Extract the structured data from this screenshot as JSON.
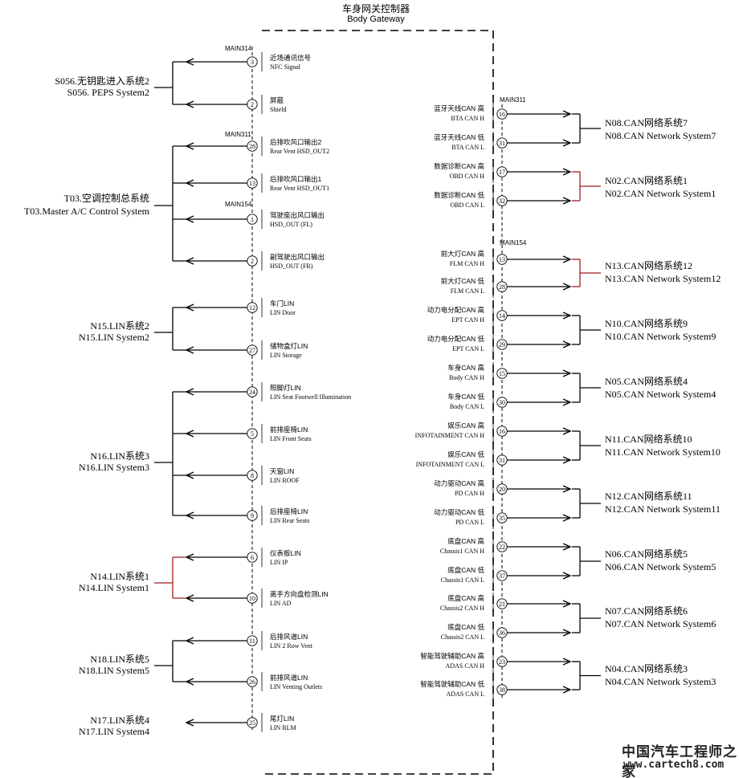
{
  "header": {
    "title_cn": "车身网关控制器",
    "title_en": "Body Gateway"
  },
  "connectors": {
    "main314": "MAIN314",
    "main311_left": "MAIN311",
    "main154_left": "MAIN154",
    "main311_right": "MAIN311",
    "main154_right": "MAIN154"
  },
  "watermark": {
    "cn": "中国汽车工程师之家",
    "url": "www.cartech8.com"
  },
  "colors": {
    "line": "#000000",
    "red": "#a01c1c",
    "dash": "#000000"
  },
  "left_pins": [
    {
      "pin": "3",
      "cn": "近场通讯信号",
      "en": "NFC Signal",
      "red": false
    },
    {
      "pin": "2",
      "cn": "屏蔽",
      "en": "Shield",
      "red": false
    },
    {
      "pin": "28",
      "cn": "后排吹风口输出2",
      "en": "Rear Vent HSD_OUT2",
      "red": false
    },
    {
      "pin": "13",
      "cn": "后排吹风口输出1",
      "en": "Rear Vent HSD_OUT1",
      "red": false
    },
    {
      "pin": "1",
      "cn": "驾驶座出风口输出",
      "en": "HSD_OUT (FL)",
      "red": false
    },
    {
      "pin": "2",
      "cn": "副驾驶出风口输出",
      "en": "HSD_OUT (FR)",
      "red": false
    },
    {
      "pin": "12",
      "cn": "车门LIN",
      "en": "LIN Door",
      "red": false
    },
    {
      "pin": "27",
      "cn": "储物盒灯LIN",
      "en": "LIN Storage",
      "red": false
    },
    {
      "pin": "24",
      "cn": "照脚灯LIN",
      "en": "LIN Seat Footwell Illumination",
      "red": false
    },
    {
      "pin": "5",
      "cn": "前排座椅LIN",
      "en": "LIN Front Seats",
      "red": false
    },
    {
      "pin": "8",
      "cn": "天窗LIN",
      "en": "LIN ROOF",
      "red": true
    },
    {
      "pin": "9",
      "cn": "后排座椅LIN",
      "en": "LIN Rear Seats",
      "red": true
    },
    {
      "pin": "6",
      "cn": "仪表板LIN",
      "en": "LIN IP",
      "red": false
    },
    {
      "pin": "10",
      "cn": "离手方向盘检测LIN",
      "en": "LIN AD",
      "red": true
    },
    {
      "pin": "11",
      "cn": "后排风道LIN",
      "en": "LIN 2 Row Vent",
      "red": false
    },
    {
      "pin": "26",
      "cn": "前排风道LIN",
      "en": "LIN Venting Outlets",
      "red": false
    },
    {
      "pin": "25",
      "cn": "尾灯LIN",
      "en": "LIN RLM",
      "red": false
    }
  ],
  "left_systems": [
    {
      "cn": "S056.无钥匙进入系统2",
      "en": "S056. PEPS System2"
    },
    {
      "cn": "T03.空调控制总系统",
      "en": "T03.Master A/C Control System"
    },
    {
      "cn": "N15.LIN系统2",
      "en": "N15.LIN System2"
    },
    {
      "cn": "N16.LIN系统3",
      "en": "N16.LIN System3"
    },
    {
      "cn": "N14.LIN系统1",
      "en": "N14.LIN System1"
    },
    {
      "cn": "N18.LIN系统5",
      "en": "N18.LIN System5"
    },
    {
      "cn": "N17.LIN系统4",
      "en": "N17.LIN System4"
    }
  ],
  "right_pins": [
    {
      "pin": "16",
      "cn": "蓝牙天线CAN 高",
      "en": "BTA CAN H",
      "red": false
    },
    {
      "pin": "31",
      "cn": "蓝牙天线CAN 低",
      "en": "BTA CAN L",
      "red": false
    },
    {
      "pin": "17",
      "cn": "数据诊断CAN 高",
      "en": "OBD CAN H",
      "red": false
    },
    {
      "pin": "32",
      "cn": "数据诊断CAN 低",
      "en": "OBD CAN L",
      "red": false
    },
    {
      "pin": "13",
      "cn": "前大灯CAN 高",
      "en": "FLM CAN H",
      "red": false
    },
    {
      "pin": "28",
      "cn": "前大灯CAN 低",
      "en": "FLM CAN L",
      "red": false
    },
    {
      "pin": "14",
      "cn": "动力电分配CAN 高",
      "en": "EPT CAN H",
      "red": true
    },
    {
      "pin": "29",
      "cn": "动力电分配CAN 低",
      "en": "EPT CAN L",
      "red": true
    },
    {
      "pin": "15",
      "cn": "车身CAN 高",
      "en": "Body CAN H",
      "red": false
    },
    {
      "pin": "30",
      "cn": "车身CAN 低",
      "en": "Body CAN L",
      "red": false
    },
    {
      "pin": "16",
      "cn": "娱乐CAN 高",
      "en": "INFOTAINMENT CAN H",
      "red": false
    },
    {
      "pin": "31",
      "cn": "娱乐CAN 低",
      "en": "INFOTAINMENT CAN L",
      "red": false
    },
    {
      "pin": "20",
      "cn": "动力驱动CAN 高",
      "en": "PD CAN H",
      "red": false
    },
    {
      "pin": "35",
      "cn": "动力驱动CAN 低",
      "en": "PD CAN L",
      "red": false
    },
    {
      "pin": "22",
      "cn": "底盘CAN 高",
      "en": "Chassis1 CAN H",
      "red": false
    },
    {
      "pin": "37",
      "cn": "底盘CAN 低",
      "en": "Chassis1 CAN L",
      "red": false
    },
    {
      "pin": "21",
      "cn": "底盘CAN 高",
      "en": "Chassis2 CAN H",
      "red": false
    },
    {
      "pin": "36",
      "cn": "底盘CAN 低",
      "en": "Chassis2 CAN L",
      "red": false
    },
    {
      "pin": "23",
      "cn": "智能驾驶辅助CAN 高",
      "en": "ADAS CAN H",
      "red": false
    },
    {
      "pin": "38",
      "cn": "智能驾驶辅助CAN 低",
      "en": "ADAS CAN L",
      "red": false
    }
  ],
  "right_systems": [
    {
      "cn": "N08.CAN网络系统7",
      "en": "N08.CAN Network System7"
    },
    {
      "cn": "N02.CAN网络系统1",
      "en": "N02.CAN Network System1"
    },
    {
      "cn": "N13.CAN网络系统12",
      "en": "N13.CAN Network System12"
    },
    {
      "cn": "N10.CAN网络系统9",
      "en": "N10.CAN Network System9"
    },
    {
      "cn": "N05.CAN网络系统4",
      "en": "N05.CAN Network System4"
    },
    {
      "cn": "N11.CAN网络系统10",
      "en": "N11.CAN Network System10"
    },
    {
      "cn": "N12.CAN网络系统11",
      "en": "N12.CAN Network System11"
    },
    {
      "cn": "N06.CAN网络系统5",
      "en": "N06.CAN Network System5"
    },
    {
      "cn": "N07.CAN网络系统6",
      "en": "N07.CAN Network System6"
    },
    {
      "cn": "N04.CAN网络系统3",
      "en": "N04.CAN Network System3"
    }
  ]
}
